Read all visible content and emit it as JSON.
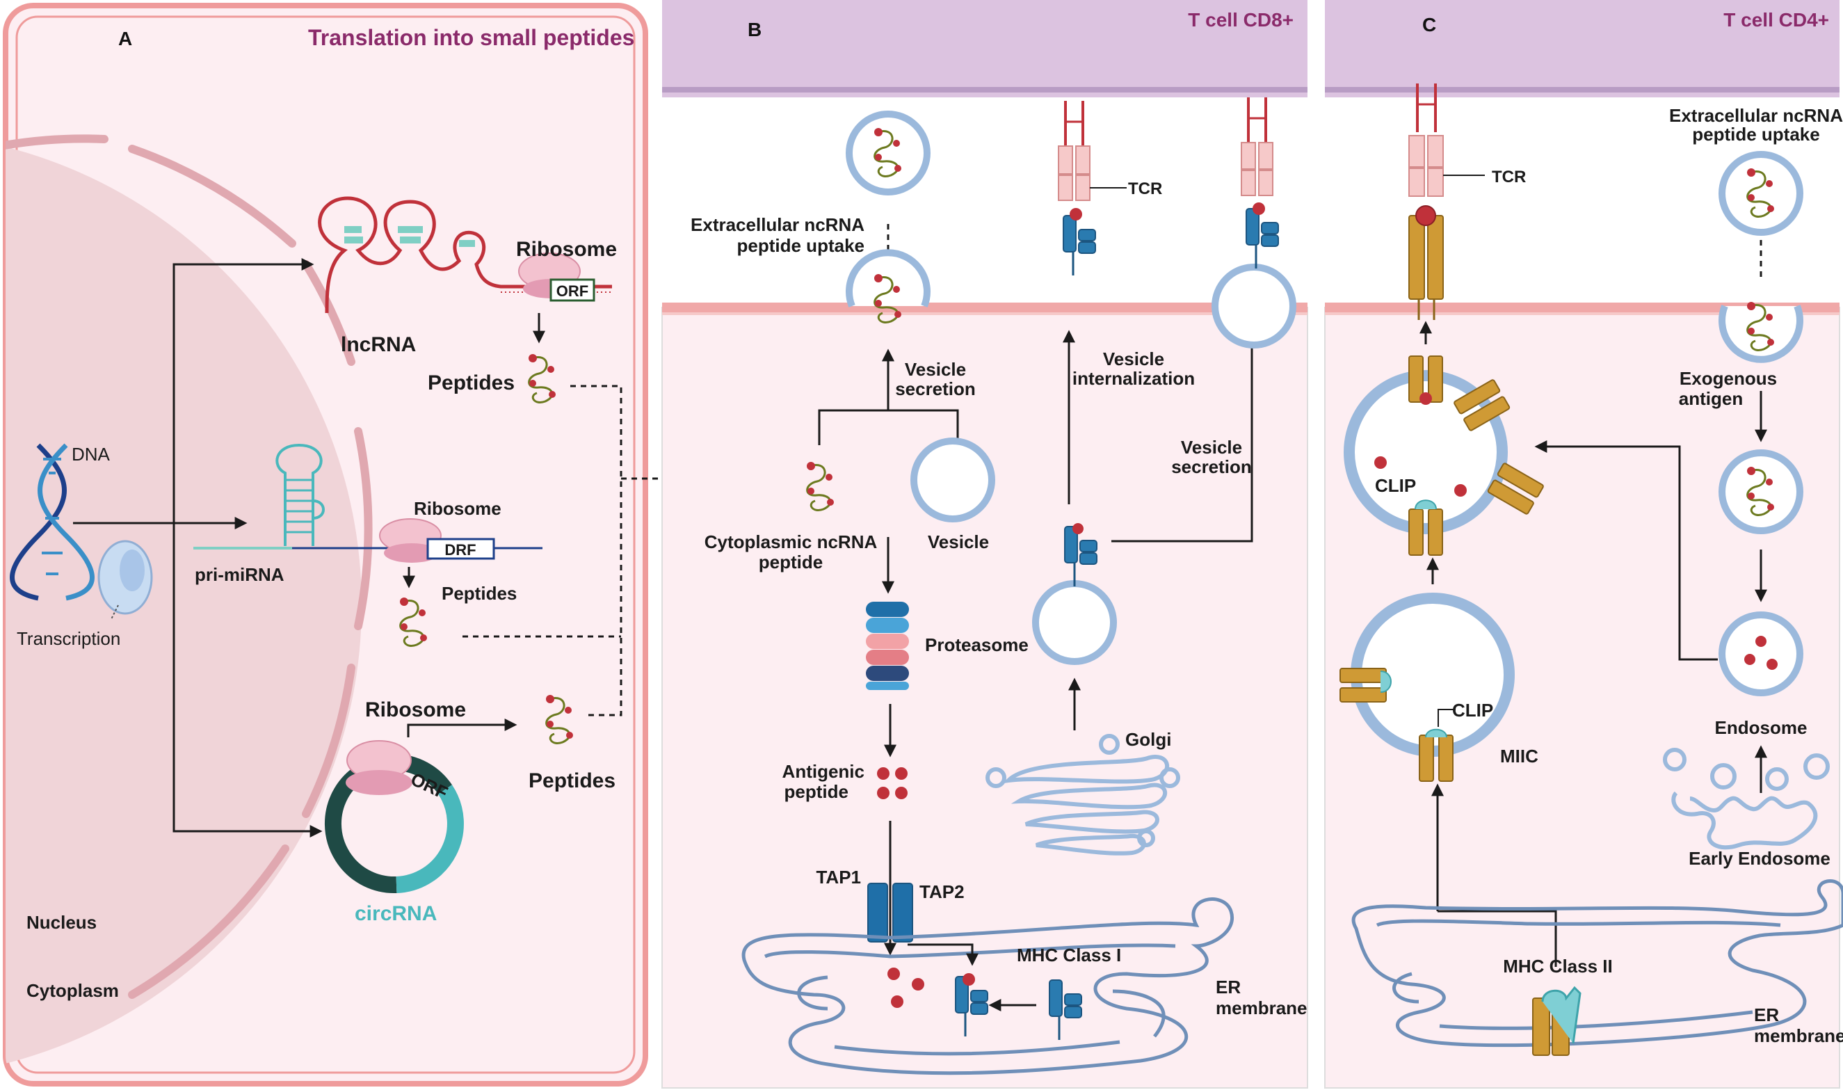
{
  "panel_a": {
    "letter": "A",
    "title": "Translation into small peptides",
    "dna": "DNA",
    "transcription": "Transcription",
    "lncrna": "lncRNA",
    "ribosome_1": "Ribosome",
    "orf_1": "ORF",
    "peptides_1": "Peptides",
    "pri_mirna": "pri-miRNA",
    "ribosome_2": "Ribosome",
    "drf": "DRF",
    "peptides_2": "Peptides",
    "ribosome_3": "Ribosome",
    "orf_3": "ORF",
    "peptides_3": "Peptides",
    "circrna": "circRNA",
    "nucleus": "Nucleus",
    "cytoplasm": "Cytoplasm"
  },
  "panel_b": {
    "letter": "B",
    "tcell": "T cell CD8+",
    "extracellular_1": "Extracellular ncRNA",
    "extracellular_2": "peptide uptake",
    "tcr_1": "TCR",
    "vesicle_secretion_1a": "Vesicle",
    "vesicle_secretion_1b": "secretion",
    "vesicle_internalization_a": "Vesicle",
    "vesicle_internalization_b": "internalization",
    "vesicle_secretion_2a": "Vesicle",
    "vesicle_secretion_2b": "secretion",
    "cyto_peptide_a": "Cytoplasmic ncRNA",
    "cyto_peptide_b": "peptide",
    "vesicle": "Vesicle",
    "proteasome": "Proteasome",
    "antigenic_a": "Antigenic",
    "antigenic_b": "peptide",
    "golgi": "Golgi",
    "tap1": "TAP1",
    "tap2": "TAP2",
    "mhc1": "MHC Class I",
    "er_a": "ER",
    "er_b": "membrane"
  },
  "panel_c": {
    "letter": "C",
    "tcell": "T cell CD4+",
    "tcr": "TCR",
    "extracellular_1": "Extracellular ncRNA",
    "extracellular_2": "peptide uptake",
    "exogenous_a": "Exogenous",
    "exogenous_b": "antigen",
    "clip_1": "CLIP",
    "clip_2": "CLIP",
    "miic": "MIIC",
    "endosome": "Endosome",
    "early_endosome": "Early Endosome",
    "mhc2": "MHC Class II",
    "er_a": "ER",
    "er_b": "membrane"
  },
  "colors": {
    "panel_fill": "#fdeef2",
    "panel_border": "#ef9b9b",
    "nucleus": "#f0d4d8",
    "tcell": "#dcc3e0",
    "vesicle_ring": "#9bb9dc",
    "mhc1": "#2a7bb0",
    "mhc2": "#cf9a35",
    "tcr": "#f6c9c9",
    "circrna_dark": "#1f4a45",
    "circrna_light": "#49b8bc",
    "title": "#8a2a6a",
    "peptide_bead": "#c0313a",
    "peptide_chain": "#6c7a1f"
  }
}
